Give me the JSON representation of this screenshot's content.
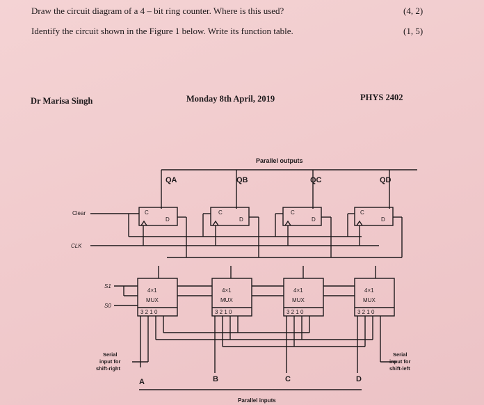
{
  "questions": [
    {
      "text": "Draw the circuit diagram of a 4 – bit ring counter. Where is this used?",
      "marks": "(4, 2)"
    },
    {
      "text": "Identify the circuit shown in the Figure 1 below. Write its function table.",
      "marks": "(1, 5)"
    }
  ],
  "header": {
    "author": "Dr Marisa Singh",
    "date": "Monday 8th April, 2019",
    "course": "PHYS 2402"
  },
  "figure": {
    "parallel_outputs_label": "Parallel outputs",
    "parallel_inputs_label": "Parallel inputs",
    "outputs": [
      "QA",
      "QB",
      "QC",
      "QD"
    ],
    "inputs": [
      "A",
      "B",
      "C",
      "D"
    ],
    "clear_label": "Clear",
    "clk_label": "CLK",
    "s1_label": "S1",
    "s0_label": "S0",
    "flipflop_clock_label": "C",
    "flipflop_data_label": "D",
    "mux_title": "4×1",
    "mux_name": "MUX",
    "mux_inputs": "3 2 1 0",
    "serial_right_label": [
      "Serial",
      "input for",
      "shift-right"
    ],
    "serial_left_label": [
      "Serial",
      "input for",
      "shift-left"
    ]
  }
}
